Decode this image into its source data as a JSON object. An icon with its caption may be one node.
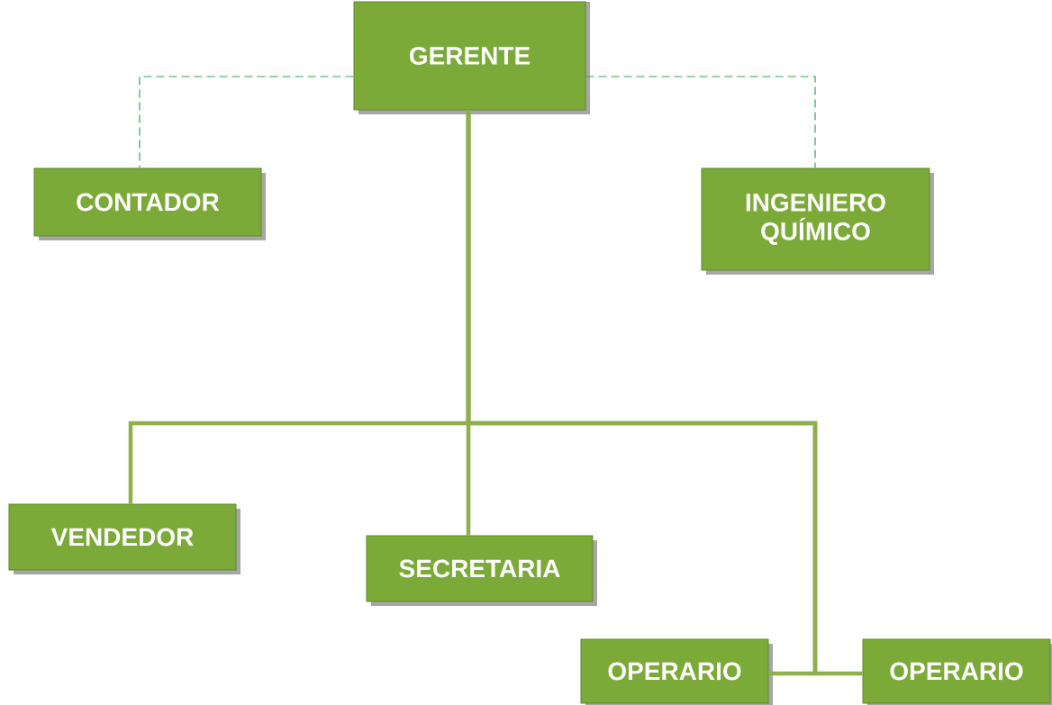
{
  "diagram": {
    "nodes": [
      {
        "text": [
          "GERENTE"
        ]
      },
      {
        "text": [
          "CONTADOR"
        ]
      },
      {
        "text": [
          "INGENIERO QUÍMICO"
        ]
      },
      {
        "text": [
          "VENDEDOR"
        ]
      },
      {
        "text": [
          "SECRETARIA"
        ]
      },
      {
        "text": [
          "OPERARIO"
        ]
      },
      {
        "text": [
          "OPERARIO"
        ]
      }
    ],
    "edges": [
      {
        "from": 0,
        "to": 1,
        "arrow": "none",
        "style": "dashed",
        "color": "#2ea84a"
      },
      {
        "from": 0,
        "to": 2,
        "arrow": "none",
        "style": "dashed",
        "color": "#2ea84a"
      },
      {
        "from": 0,
        "to": 3,
        "arrow": "none"
      },
      {
        "from": 0,
        "to": 4,
        "arrow": "none"
      },
      {
        "from": 0,
        "to": 5,
        "arrow": "none"
      },
      {
        "from": 0,
        "to": 6,
        "arrow": "none"
      }
    ]
  }
}
